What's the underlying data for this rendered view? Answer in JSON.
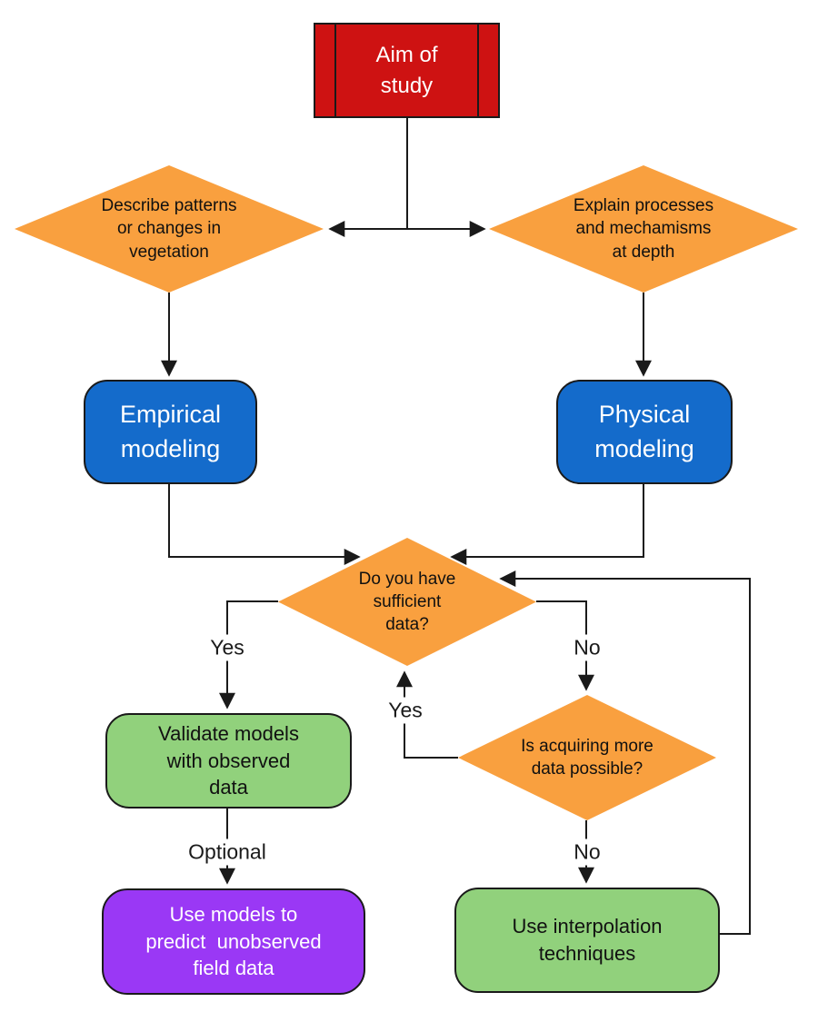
{
  "diagram": {
    "colors": {
      "start": "#ce1212",
      "decision": "#f9a03f",
      "model": "#146bcb",
      "action": "#91d17c",
      "optional": "#9a38f5",
      "line": "#1a1a1a"
    },
    "nodes": {
      "aim": "Aim of\nstudy",
      "describe": "Describe patterns\nor changes in\nvegetation",
      "explain": "Explain processes\nand mechamisms\nat depth",
      "empirical": "Empirical\nmodeling",
      "physical": "Physical\nmodeling",
      "sufficient": "Do you have\nsufficient\ndata?",
      "validate": "Validate models\nwith observed\ndata",
      "acquire": "Is acquiring more\ndata possible?",
      "predict": "Use models to\npredict  unobserved\nfield data",
      "interpolate": "Use interpolation\ntechniques"
    },
    "edge_labels": {
      "yes_validate": "Yes",
      "no_acquire": "No",
      "yes_back": "Yes",
      "optional": "Optional",
      "no_interpolate": "No"
    }
  }
}
